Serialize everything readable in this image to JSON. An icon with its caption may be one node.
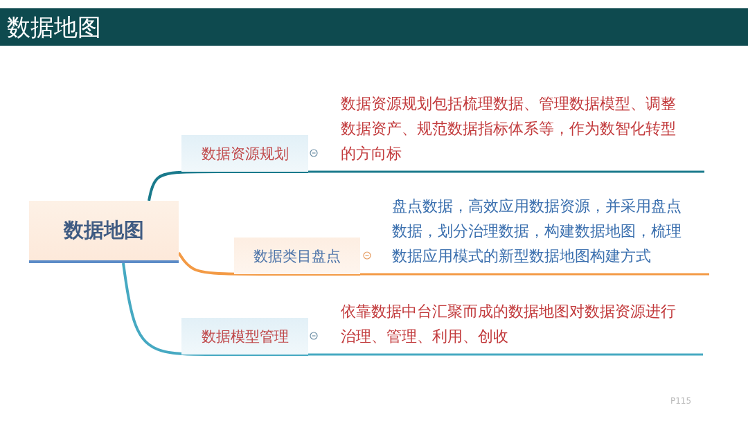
{
  "diagram": {
    "title": "数据地图",
    "nodes": [
      {
        "text": [
          "数据地图"
        ]
      },
      {
        "text": [
          "数据资源规划"
        ]
      },
      {
        "text": [
          "数据资源规划包括梳理数据、管理数据模型、调整数据资产、规范数据指标体系等，作为数智化转型的方向标"
        ]
      },
      {
        "text": [
          "数据类目盘点"
        ]
      },
      {
        "text": [
          "盘点数据，高效应用数据资源，并采用盘点数据，划分治理数据，构建数据地图，梳理数据应用模式的新型数据地图构建方式"
        ]
      },
      {
        "text": [
          "数据模型管理"
        ]
      },
      {
        "text": [
          "依靠数据中台汇聚而成的数据地图对数据资源进行治理、管理、利用、创收"
        ]
      }
    ],
    "edges": [
      {
        "from": 0,
        "to": 1,
        "arrow": "none",
        "color": "#1a7a8c"
      },
      {
        "from": 1,
        "to": 2,
        "arrow": "none",
        "color": "#1a7a8c"
      },
      {
        "from": 0,
        "to": 3,
        "arrow": "none",
        "color": "#f39a45"
      },
      {
        "from": 3,
        "to": 4,
        "arrow": "none",
        "color": "#f39a45"
      },
      {
        "from": 0,
        "to": 5,
        "arrow": "none",
        "color": "#46a9c2"
      },
      {
        "from": 5,
        "to": 6,
        "arrow": "none",
        "color": "#46a9c2"
      }
    ],
    "labels": [
      "P115"
    ]
  }
}
